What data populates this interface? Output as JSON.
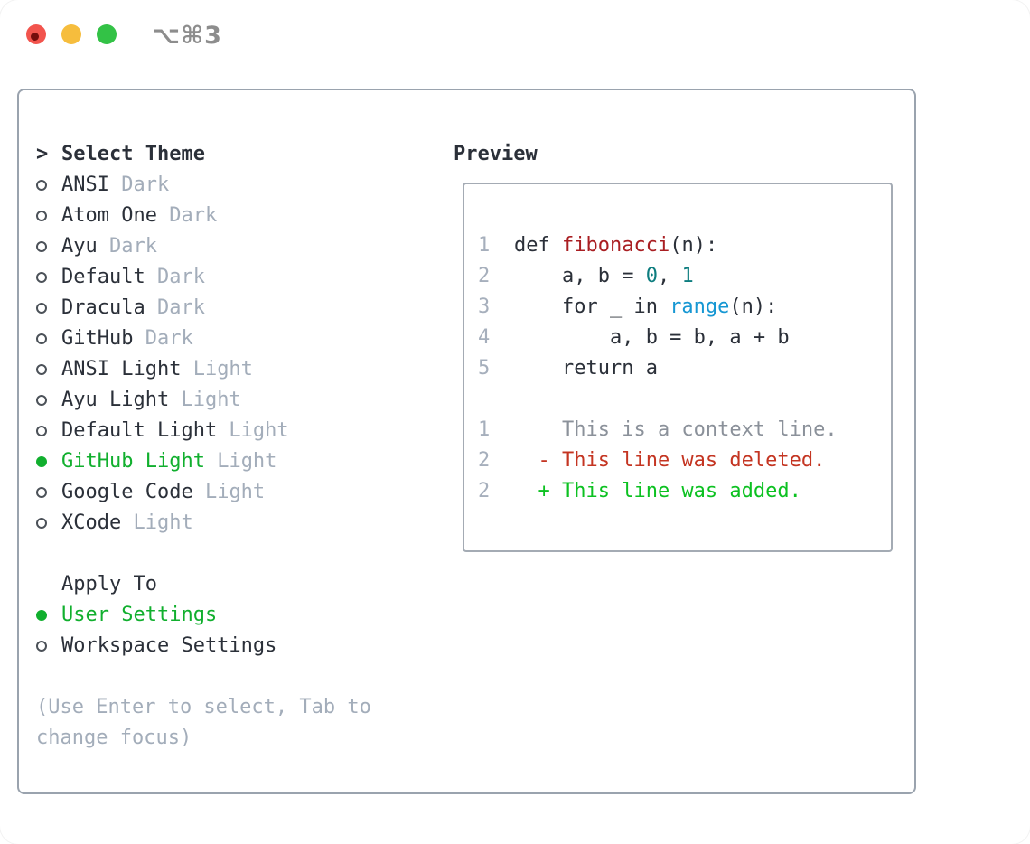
{
  "window": {
    "title_shortcut": "⌥⌘3",
    "traffic_light_colors": {
      "close": "#f2544d",
      "close_dot": "#750d0c",
      "minimize": "#f6bd3d",
      "zoom": "#33c246"
    }
  },
  "colors": {
    "fg": "#2b3039",
    "muted": "#a3adba",
    "accent_green": "#11af2e",
    "added_green": "#0cc121",
    "deleted_red": "#c43522",
    "function_red": "#a91e22",
    "number_teal": "#0d7d7f",
    "builtin_blue": "#1697d3",
    "context_gray": "#8b919a",
    "line_number": "#a6afbc",
    "radio_ring": "#4b5158",
    "panel_border": "#9aa3ae",
    "title_gray": "#8d8d8d"
  },
  "theme_panel": {
    "header": {
      "prompt": ">",
      "label": "Select Theme"
    },
    "themes": [
      {
        "name": "ANSI",
        "variant": "Dark",
        "selected": false
      },
      {
        "name": "Atom One",
        "variant": "Dark",
        "selected": false
      },
      {
        "name": "Ayu",
        "variant": "Dark",
        "selected": false
      },
      {
        "name": "Default",
        "variant": "Dark",
        "selected": false
      },
      {
        "name": "Dracula",
        "variant": "Dark",
        "selected": false
      },
      {
        "name": "GitHub",
        "variant": "Dark",
        "selected": false
      },
      {
        "name": "ANSI Light",
        "variant": "Light",
        "selected": false
      },
      {
        "name": "Ayu Light",
        "variant": "Light",
        "selected": false
      },
      {
        "name": "Default Light",
        "variant": "Light",
        "selected": false
      },
      {
        "name": "GitHub Light",
        "variant": "Light",
        "selected": true
      },
      {
        "name": "Google Code",
        "variant": "Light",
        "selected": false
      },
      {
        "name": "XCode",
        "variant": "Light",
        "selected": false
      }
    ],
    "apply_to": {
      "label": "Apply To",
      "options": [
        {
          "name": "User Settings",
          "selected": true
        },
        {
          "name": "Workspace Settings",
          "selected": false
        }
      ]
    },
    "help_lines": [
      "(Use Enter to select, Tab to",
      "change focus)"
    ]
  },
  "preview_panel": {
    "header": "Preview",
    "code_lines": [
      {
        "num": "1",
        "segments": [
          {
            "text": "def ",
            "color": "fg"
          },
          {
            "text": "fibonacci",
            "color": "function_red"
          },
          {
            "text": "(n):",
            "color": "fg"
          }
        ]
      },
      {
        "num": "2",
        "segments": [
          {
            "text": "    a, b = ",
            "color": "fg"
          },
          {
            "text": "0",
            "color": "number_teal"
          },
          {
            "text": ", ",
            "color": "fg"
          },
          {
            "text": "1",
            "color": "number_teal"
          }
        ]
      },
      {
        "num": "3",
        "segments": [
          {
            "text": "    for _ in ",
            "color": "fg"
          },
          {
            "text": "range",
            "color": "builtin_blue"
          },
          {
            "text": "(n):",
            "color": "fg"
          }
        ]
      },
      {
        "num": "4",
        "segments": [
          {
            "text": "        a, b = b, a + b",
            "color": "fg"
          }
        ]
      },
      {
        "num": "5",
        "segments": [
          {
            "text": "    return a",
            "color": "fg"
          }
        ]
      },
      {
        "num": "",
        "segments": []
      },
      {
        "num": "1",
        "segments": [
          {
            "text": "    This is a context line.",
            "color": "context_gray"
          }
        ]
      },
      {
        "num": "2",
        "segments": [
          {
            "text": "  - This line was deleted.",
            "color": "deleted_red"
          }
        ]
      },
      {
        "num": "2",
        "segments": [
          {
            "text": "  + This line was added.",
            "color": "added_green"
          }
        ]
      }
    ]
  }
}
